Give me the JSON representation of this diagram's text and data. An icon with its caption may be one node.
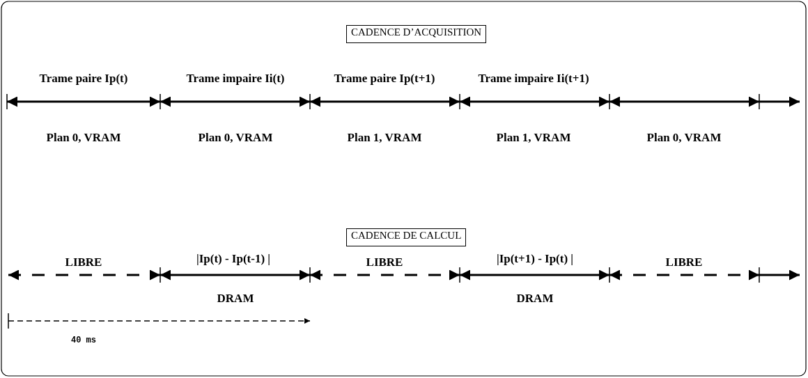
{
  "diagram": {
    "nodes": [
      {
        "text": [
          "CADENCE D’ACQUISITION"
        ]
      },
      {
        "text": [
          "CADENCE DE CALCUL"
        ]
      }
    ],
    "labels": [
      "Trame paire Ip(t)",
      "Trame impaire Ii(t)",
      "Trame paire Ip(t+1)",
      "Trame impaire Ii(t+1)",
      "Plan 0, VRAM",
      "Plan 0, VRAM",
      "Plan 1, VRAM",
      "Plan 1, VRAM",
      "Plan 0, VRAM",
      "LIBRE",
      "|Ip(t) - Ip(t-1) |",
      "LIBRE",
      "|Ip(t+1) - Ip(t) |",
      "LIBRE",
      "DRAM",
      "DRAM",
      "40 ms"
    ]
  }
}
